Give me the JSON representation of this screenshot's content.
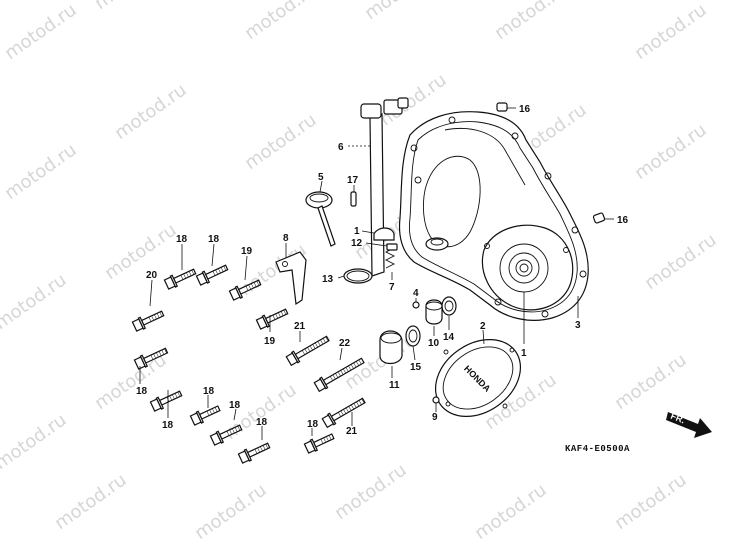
{
  "watermark": "motod.ru",
  "diagram_code": "KAF4-E0500A",
  "direction_label": "FR.",
  "cover_marking": "HONDA",
  "callouts": [
    {
      "id": "c16a",
      "text": "16"
    },
    {
      "id": "c16b",
      "text": "16"
    },
    {
      "id": "c6",
      "text": "6"
    },
    {
      "id": "c5",
      "text": "5"
    },
    {
      "id": "c17",
      "text": "17"
    },
    {
      "id": "c1a",
      "text": "1"
    },
    {
      "id": "c12",
      "text": "12"
    },
    {
      "id": "c18a",
      "text": "18"
    },
    {
      "id": "c18b",
      "text": "18"
    },
    {
      "id": "c8",
      "text": "8"
    },
    {
      "id": "c19a",
      "text": "19"
    },
    {
      "id": "c20",
      "text": "20"
    },
    {
      "id": "c13",
      "text": "13"
    },
    {
      "id": "c7",
      "text": "7"
    },
    {
      "id": "c4",
      "text": "4"
    },
    {
      "id": "c3",
      "text": "3"
    },
    {
      "id": "c2",
      "text": "2"
    },
    {
      "id": "c19b",
      "text": "19"
    },
    {
      "id": "c21a",
      "text": "21"
    },
    {
      "id": "c22",
      "text": "22"
    },
    {
      "id": "c14",
      "text": "14"
    },
    {
      "id": "c10",
      "text": "10"
    },
    {
      "id": "c1b",
      "text": "1"
    },
    {
      "id": "c15",
      "text": "15"
    },
    {
      "id": "c11",
      "text": "11"
    },
    {
      "id": "c18c",
      "text": "18"
    },
    {
      "id": "c18d",
      "text": "18"
    },
    {
      "id": "c18e",
      "text": "18"
    },
    {
      "id": "c18f",
      "text": "18"
    },
    {
      "id": "c18g",
      "text": "18"
    },
    {
      "id": "c18h",
      "text": "18"
    },
    {
      "id": "c21b",
      "text": "21"
    },
    {
      "id": "c9",
      "text": "9"
    }
  ]
}
